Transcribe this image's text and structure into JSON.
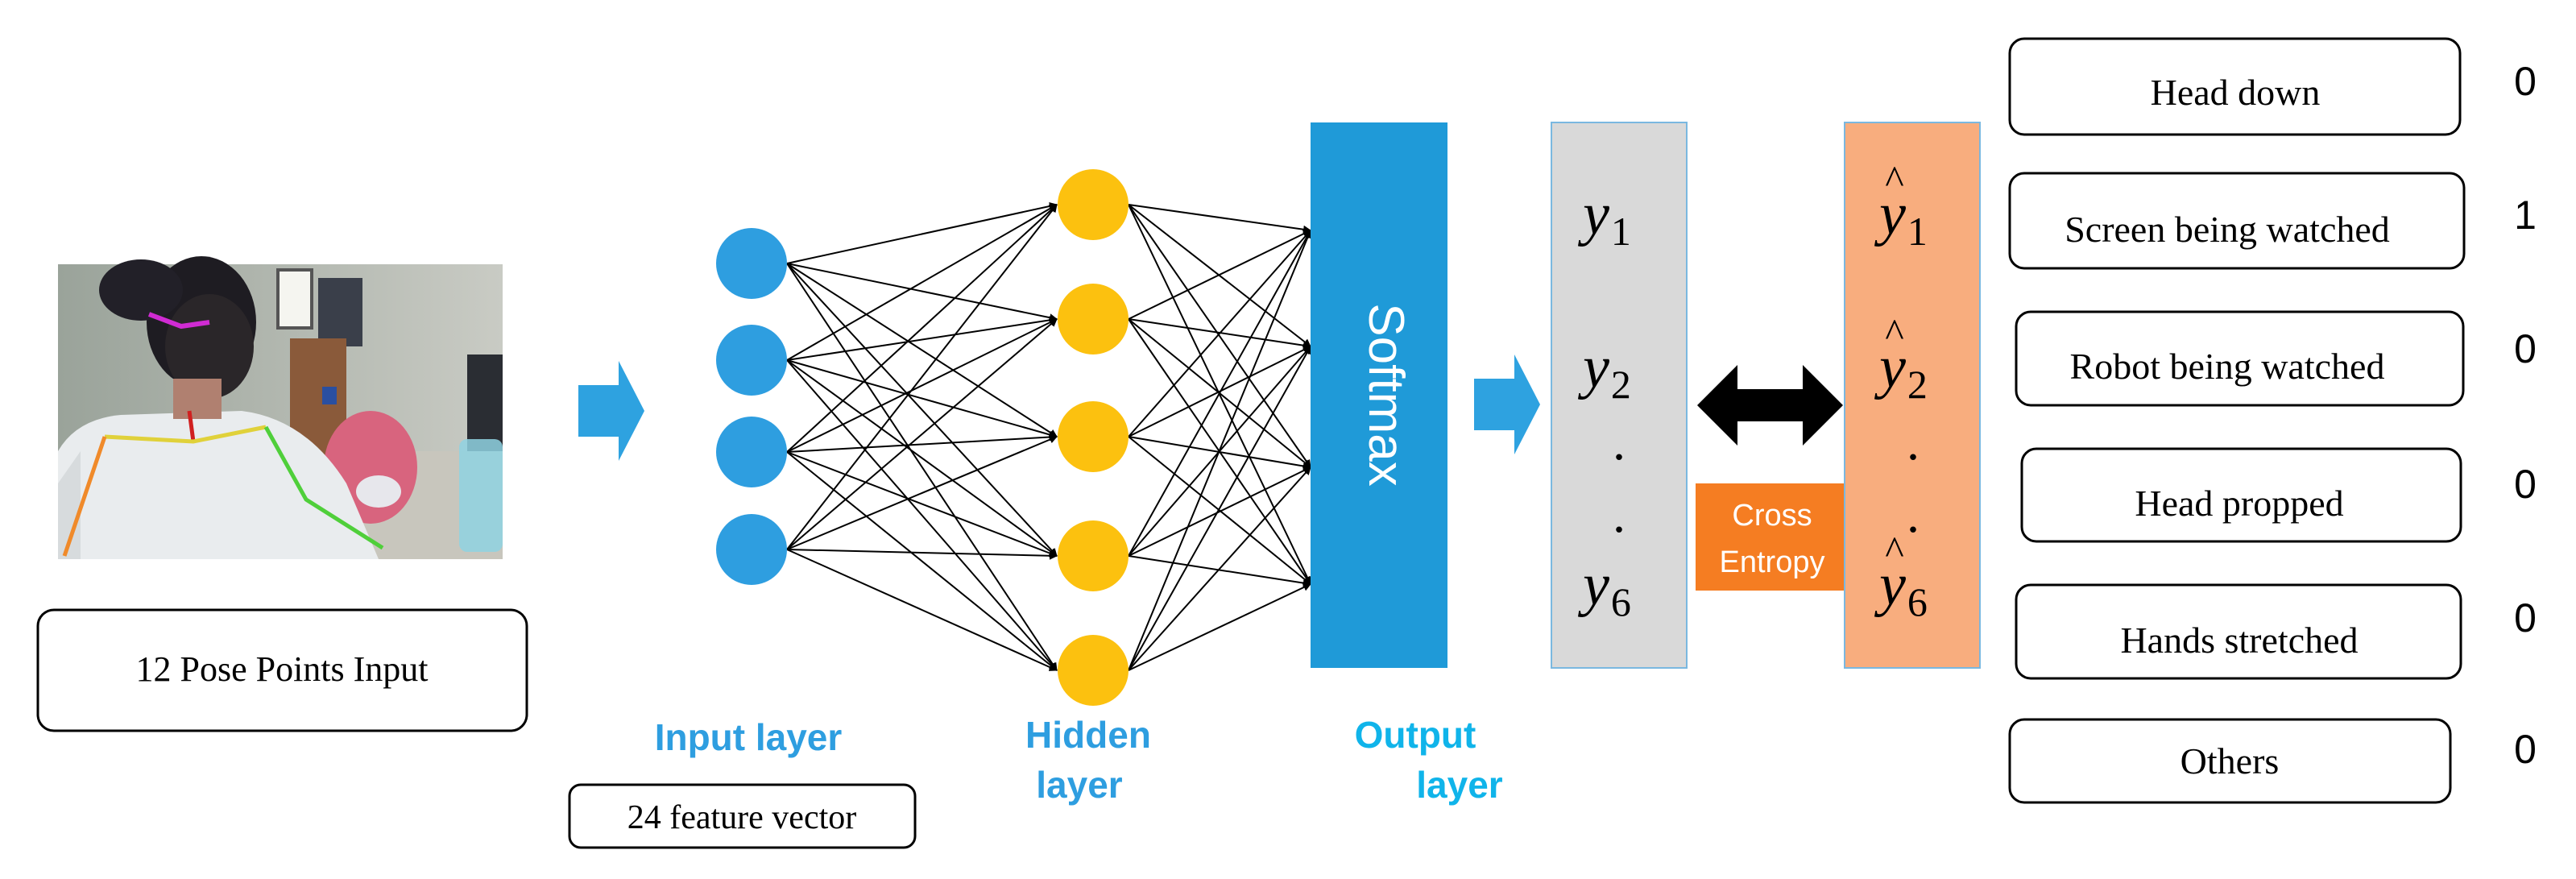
{
  "input_caption": "12  Pose Points Input",
  "feature_caption": "24 feature vector",
  "layer_labels": {
    "input": "Input layer",
    "hidden_1": "Hidden",
    "hidden_2": "layer",
    "output_1": "Output",
    "output_2": "layer"
  },
  "softmax_label": "Softmax",
  "y_labels": [
    "y",
    "y",
    ".",
    ".",
    "y"
  ],
  "y_subscripts": [
    "1",
    "2",
    "",
    "",
    "6"
  ],
  "cross_entropy": [
    "Cross",
    "Entropy"
  ],
  "classes": [
    {
      "label": "Head down",
      "value": "0"
    },
    {
      "label": "Screen being watched",
      "value": "1"
    },
    {
      "label": "Robot being watched",
      "value": "0"
    },
    {
      "label": "Head propped",
      "value": "0"
    },
    {
      "label": "Hands stretched",
      "value": "0"
    },
    {
      "label": "Others",
      "value": "0"
    }
  ],
  "colors": {
    "input_node": "#2e9ee0",
    "hidden_node": "#fcc10f",
    "softmax": "#1f9ad8",
    "layer_label": "#2e9ee0",
    "output_label": "#10b4ea",
    "y_box": "#d9d9d9",
    "yhat_box": "#f8ad7e",
    "cross_entropy_box": "#f57d22",
    "arrow": "#2ea2e0"
  },
  "icons": [
    "photo",
    "flow-arrow-right",
    "double-arrow"
  ]
}
